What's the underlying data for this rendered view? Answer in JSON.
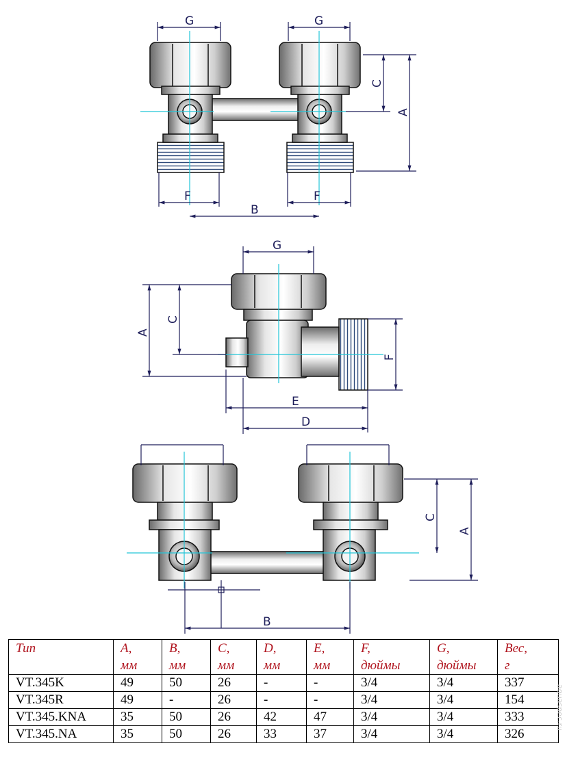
{
  "dimension_labels": {
    "top": {
      "g1": "G",
      "g2": "G",
      "c": "C",
      "a": "A",
      "f1": "F",
      "f2": "F",
      "b": "B"
    },
    "side": {
      "g": "G",
      "a": "A",
      "c": "C",
      "f": "F",
      "e": "E",
      "d": "D"
    },
    "bottom": {
      "c": "C",
      "a": "A",
      "b": "B"
    }
  },
  "table": {
    "headers": [
      {
        "l1": "Тип",
        "l2": ""
      },
      {
        "l1": "A,",
        "l2": "мм"
      },
      {
        "l1": "B,",
        "l2": "мм"
      },
      {
        "l1": "C,",
        "l2": "мм"
      },
      {
        "l1": "D,",
        "l2": "мм"
      },
      {
        "l1": "E,",
        "l2": "мм"
      },
      {
        "l1": "F,",
        "l2": "дюймы"
      },
      {
        "l1": "G,",
        "l2": "дюймы"
      },
      {
        "l1": "Вес,",
        "l2": "г"
      }
    ],
    "rows": [
      [
        "VT.345K",
        "49",
        "50",
        "26",
        "-",
        "-",
        "3/4",
        "3/4",
        "337"
      ],
      [
        "VT.345R",
        "49",
        "-",
        "26",
        "-",
        "-",
        "3/4",
        "3/4",
        "154"
      ],
      [
        "VT.345.KNA",
        "35",
        "50",
        "26",
        "42",
        "47",
        "3/4",
        "3/4",
        "333"
      ],
      [
        "VT.345.NA",
        "35",
        "50",
        "26",
        "33",
        "37",
        "3/4",
        "3/4",
        "326"
      ]
    ]
  },
  "watermark": "aquaspec.ru"
}
